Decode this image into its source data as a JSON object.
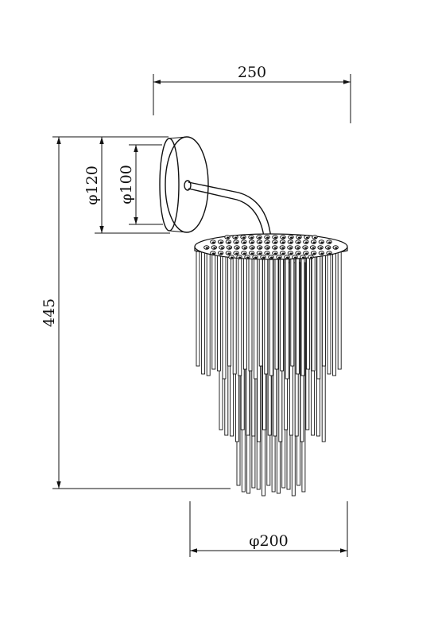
{
  "dimensions": {
    "arm_projection": "250",
    "backplate_outer_diameter": "φ120",
    "backplate_inner_diameter": "φ100",
    "overall_height": "445",
    "body_diameter": "φ200"
  },
  "colors": {
    "line": "#111111",
    "background": "#ffffff"
  }
}
